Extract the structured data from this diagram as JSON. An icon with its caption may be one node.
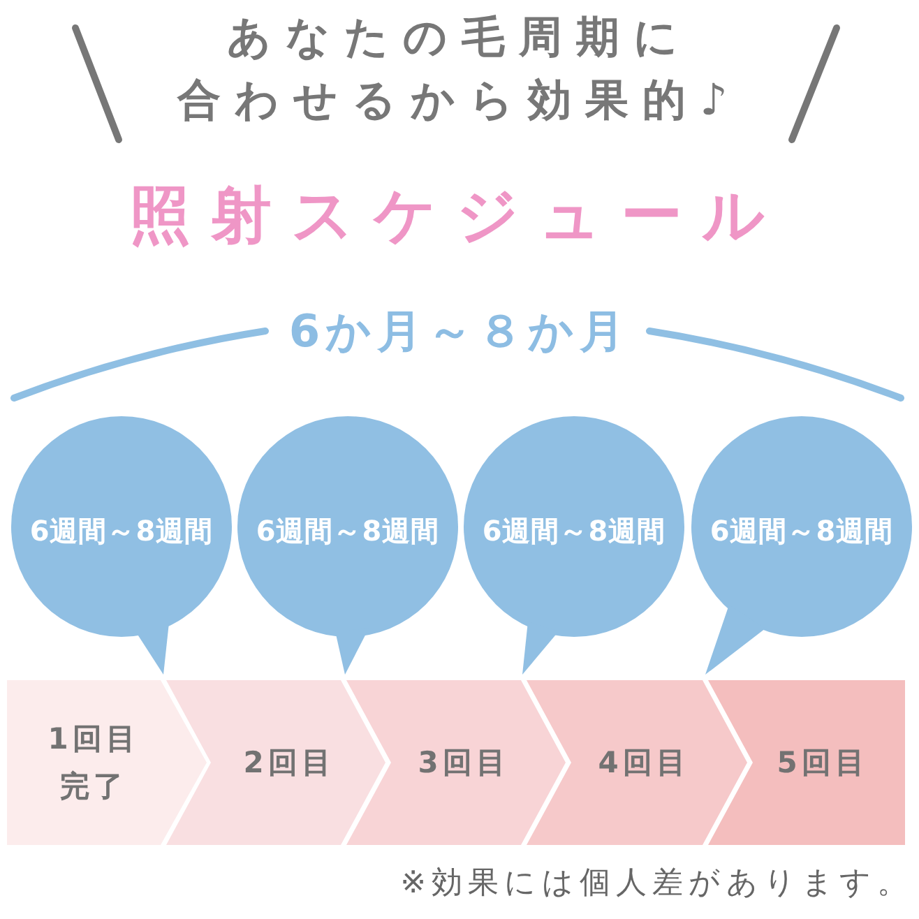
{
  "diagram": {
    "title": "照射スケジュール",
    "nodes": [
      {
        "text": [
          "6週間～8週間"
        ]
      },
      {
        "text": [
          "6週間～8週間"
        ]
      },
      {
        "text": [
          "6週間～8週間"
        ]
      },
      {
        "text": [
          "6週間～8週間"
        ]
      },
      {
        "text": [
          "1回目完了"
        ]
      },
      {
        "text": [
          "2回目"
        ]
      },
      {
        "text": [
          "3回目"
        ]
      },
      {
        "text": [
          "4回目"
        ]
      },
      {
        "text": [
          "5回目"
        ]
      }
    ],
    "labels": [
      "あなたの毛周期に合わせるから効果的♪",
      "6か月～８か月",
      "※効果には個人差があります。"
    ]
  }
}
